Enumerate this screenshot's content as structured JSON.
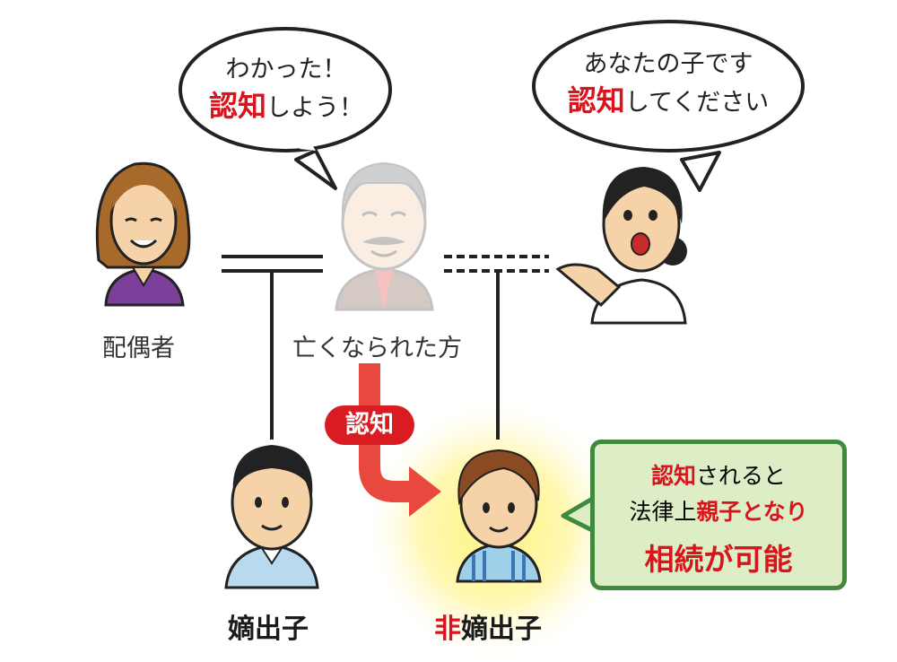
{
  "bubbles": {
    "father": {
      "line1": "わかった！",
      "line2_red": "認知",
      "line2_rest": "しよう！"
    },
    "mother": {
      "line1": "あなたの子です",
      "line2_red": "認知",
      "line2_rest": "してください"
    }
  },
  "people": {
    "spouse": "配偶者",
    "deceased": "亡くなられた方",
    "legit_child": "嫡出子",
    "illegit_child_red": "非",
    "illegit_child_rest": "嫡出子"
  },
  "arrow_tag": "認知",
  "info": {
    "line1_red": "認知",
    "line1_rest": "されると",
    "line2_black": "法律上",
    "line2_red": "親子となり",
    "line3_red": "相続が可能"
  },
  "colors": {
    "accent_red": "#d9141c",
    "info_bg": "#ddeec6",
    "info_border": "#3f8a3c",
    "glow": "#fff27a"
  }
}
